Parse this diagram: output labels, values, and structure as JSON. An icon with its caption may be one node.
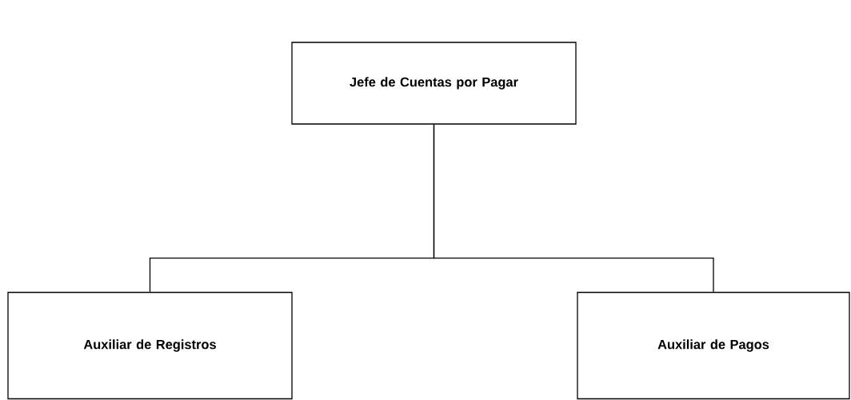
{
  "diagram": {
    "nodes": [
      {
        "text": [
          "Jefe de Cuentas por Pagar"
        ]
      },
      {
        "text": [
          "Auxiliar de Registros"
        ]
      },
      {
        "text": [
          "Auxiliar de Pagos"
        ]
      }
    ],
    "edges": [
      {
        "from": 0,
        "to": 1,
        "arrow": "none"
      },
      {
        "from": 0,
        "to": 2,
        "arrow": "none"
      }
    ]
  }
}
